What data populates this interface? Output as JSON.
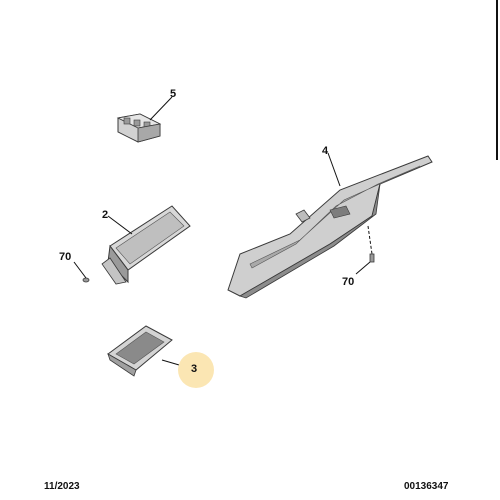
{
  "callouts": {
    "part_5": "5",
    "part_4": "4",
    "part_2": "2",
    "part_70_left": "70",
    "part_70_right": "70",
    "part_3": "3"
  },
  "footer": {
    "date": "11/2023",
    "reference": "00136347"
  },
  "colors": {
    "highlight": "#fbe6b3",
    "part_fill": "#d6d6d6",
    "part_shadow": "#8c8c8c",
    "outline": "#3a3a3a"
  }
}
